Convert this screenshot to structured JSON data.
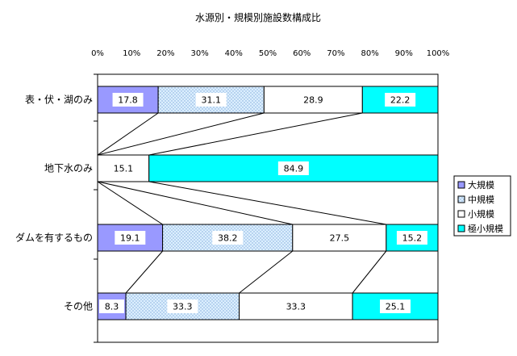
{
  "chart_data": {
    "type": "bar",
    "orientation": "horizontal",
    "stacked": "percent",
    "title": "水源別・規模別施設数構成比",
    "xlabel": "",
    "ylabel": "",
    "xlim": [
      0,
      100
    ],
    "x_ticks": [
      "0%",
      "10%",
      "20%",
      "30%",
      "40%",
      "50%",
      "60%",
      "70%",
      "80%",
      "90%",
      "100%"
    ],
    "categories": [
      "表・伏・湖のみ",
      "地下水のみ",
      "ダムを有するもの",
      "その他"
    ],
    "series": [
      {
        "name": "大規模",
        "values": [
          17.8,
          0,
          19.1,
          8.3
        ],
        "labels": [
          "17.8",
          "",
          "19.1",
          "8.3"
        ],
        "color": "#9999ff",
        "pattern": "solid"
      },
      {
        "name": "中規模",
        "values": [
          31.1,
          0,
          38.2,
          33.3
        ],
        "labels": [
          "31.1",
          "",
          "38.2",
          "33.3"
        ],
        "color": "#cce6ff",
        "pattern": "dots"
      },
      {
        "name": "小規模",
        "values": [
          28.9,
          15.1,
          27.5,
          33.3
        ],
        "labels": [
          "28.9",
          "15.1",
          "27.5",
          "33.3"
        ],
        "color": "#ffffff",
        "pattern": "solid"
      },
      {
        "name": "極小規模",
        "values": [
          22.2,
          84.9,
          15.2,
          25.1
        ],
        "labels": [
          "22.2",
          "84.9",
          "15.2",
          "25.1"
        ],
        "color": "#00ffff",
        "pattern": "solid"
      }
    ],
    "series_lines": true,
    "grid": false,
    "legend_position": "right"
  }
}
